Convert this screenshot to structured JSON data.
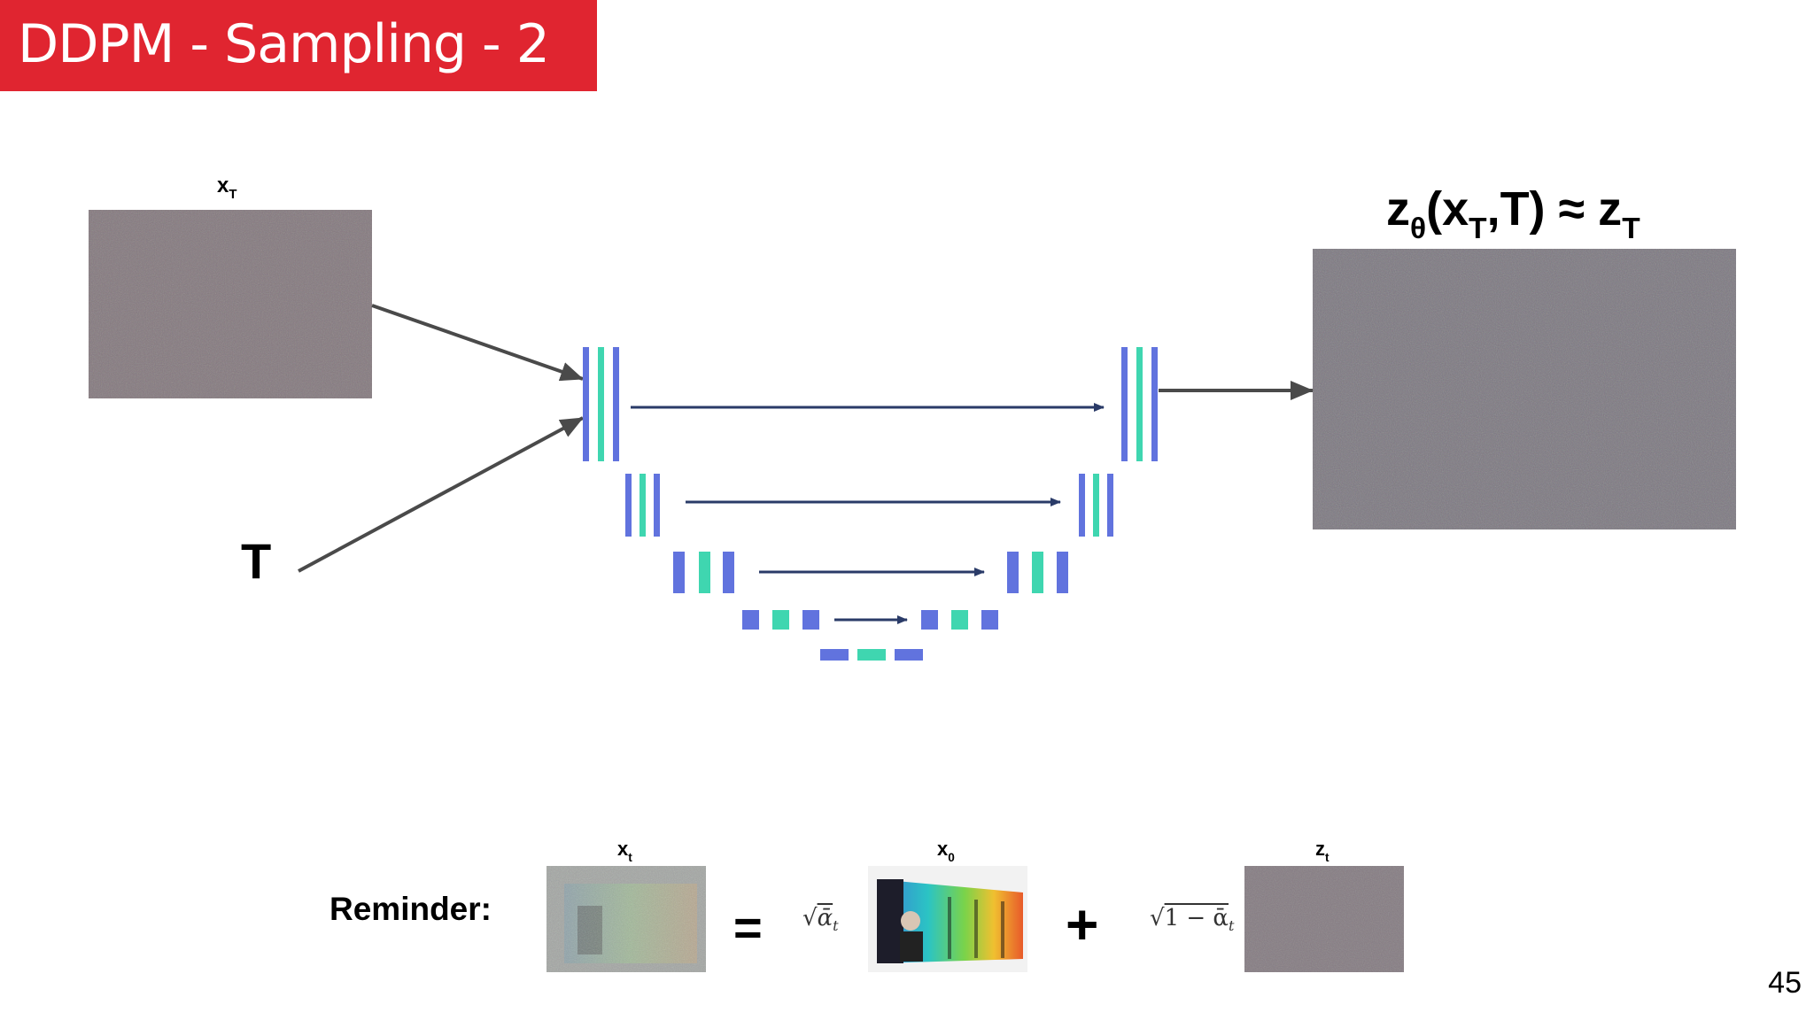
{
  "slide": {
    "title": "DDPM - Sampling - 2",
    "page_number": "45"
  },
  "diagram": {
    "input_label_var": "x",
    "input_label_sub": "T",
    "timestep_label": "T",
    "output_label": {
      "z": "z",
      "z_sub": "θ",
      "open": "(x",
      "x_sub": "T",
      "mid": ",T) ≈ z",
      "end_sub": "T"
    },
    "colors": {
      "blue_bar": "#6173de",
      "teal_bar": "#3fd6b0",
      "arrow_dark": "#2a3b68",
      "arrow_gray": "#4a4a4a",
      "noise": "#84797e",
      "title_red": "#e02530"
    }
  },
  "reminder": {
    "label": "Reminder:",
    "xt_var": "x",
    "xt_sub": "t",
    "x0_var": "x",
    "x0_sub": "0",
    "zt_var": "z",
    "zt_sub": "t",
    "equals": "=",
    "plus": "+",
    "coef1": "ᾱ",
    "coef1_sub": "t",
    "coef2_prefix": "1 − ᾱ",
    "coef2_sub": "t"
  }
}
